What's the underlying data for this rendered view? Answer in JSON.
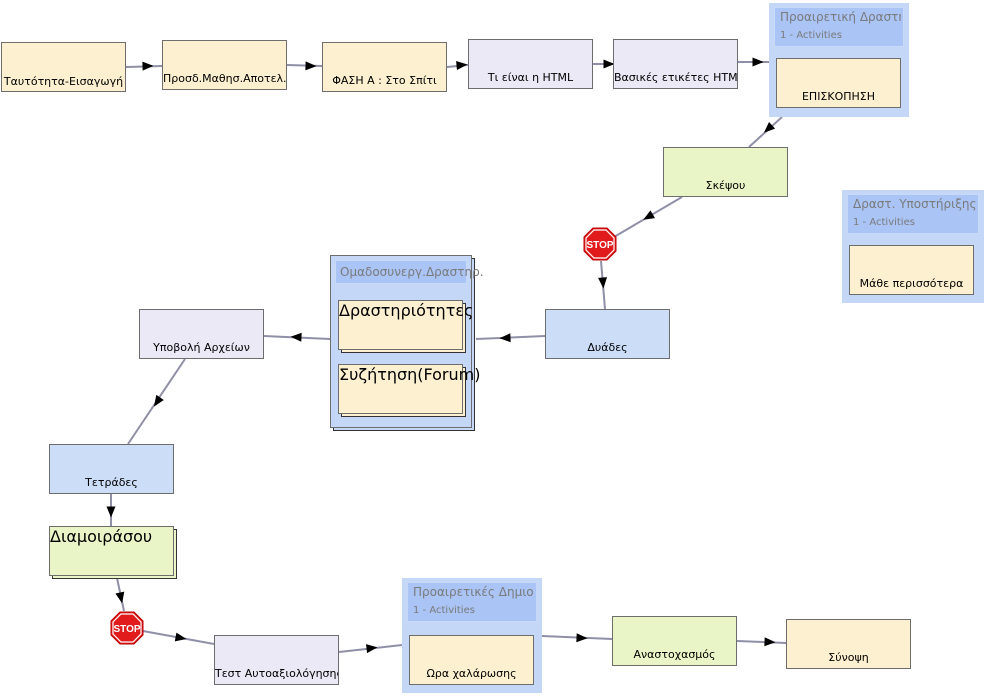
{
  "colors": {
    "cream": "#fcf0d0",
    "lavender": "#ebe9f5",
    "green": "#eaf5c7",
    "blue": "#ccddf8",
    "group_bg": "#c5d7f6",
    "group_title": "#a9c4f5",
    "stop_red": "#e11b1b",
    "connector": "#8f8fa8"
  },
  "nodes": {
    "identity": {
      "label": "Ταυτότητα-Εισαγωγή",
      "color": "cream"
    },
    "outcomes": {
      "label": "Προσδ.Μαθησ.Αποτελ.",
      "color": "cream"
    },
    "phase_a": {
      "label": "ΦΑΣΗ Α : Στο Σπίτι",
      "color": "cream"
    },
    "what_html": {
      "label": "Τι είναι η HTML",
      "color": "lavender"
    },
    "basic_tags": {
      "label": "Βασικές ετικέτες HTML",
      "color": "lavender"
    },
    "overview": {
      "label": "ΕΠΙΣΚΟΠΗΣΗ",
      "color": "cream"
    },
    "think": {
      "label": "Σκέψου",
      "color": "green"
    },
    "learn_more": {
      "label": "Μάθε περισσότερα",
      "color": "cream"
    },
    "pairs": {
      "label": "Δυάδες",
      "color": "blue"
    },
    "activities": {
      "label": "Δραστηριότητες",
      "color": "cream"
    },
    "forum": {
      "label": "Συζήτηση(Forum)",
      "color": "cream"
    },
    "upload": {
      "label": "Υποβολή Αρχείων",
      "color": "lavender"
    },
    "quads": {
      "label": "Τετράδες",
      "color": "blue"
    },
    "share": {
      "label": "Διαμοιράσου",
      "color": "green"
    },
    "self_test": {
      "label": "Τεστ Αυτοαξιολόγησης",
      "color": "lavender"
    },
    "relax": {
      "label": "Ωρα χαλάρωσης",
      "color": "cream"
    },
    "reflection": {
      "label": "Αναστοχασμός",
      "color": "green"
    },
    "summary": {
      "label": "Σύνοψη",
      "color": "cream"
    }
  },
  "groups": {
    "optional_activity": {
      "title": "Προαιρετική Δραστηρι",
      "subtitle": "1 - Activities"
    },
    "support_activities": {
      "title": "Δραστ. Υποστήριξης",
      "subtitle": "1 - Activities"
    },
    "optional_creative": {
      "title": "Προαιρετικές Δημιουρ",
      "subtitle": "1 - Activities"
    },
    "collab": {
      "title": "Ομαδοσυνεργ.Δραστηρ."
    }
  },
  "stops": {
    "stop1": {
      "label": "STOP"
    },
    "stop2": {
      "label": "STOP"
    }
  }
}
